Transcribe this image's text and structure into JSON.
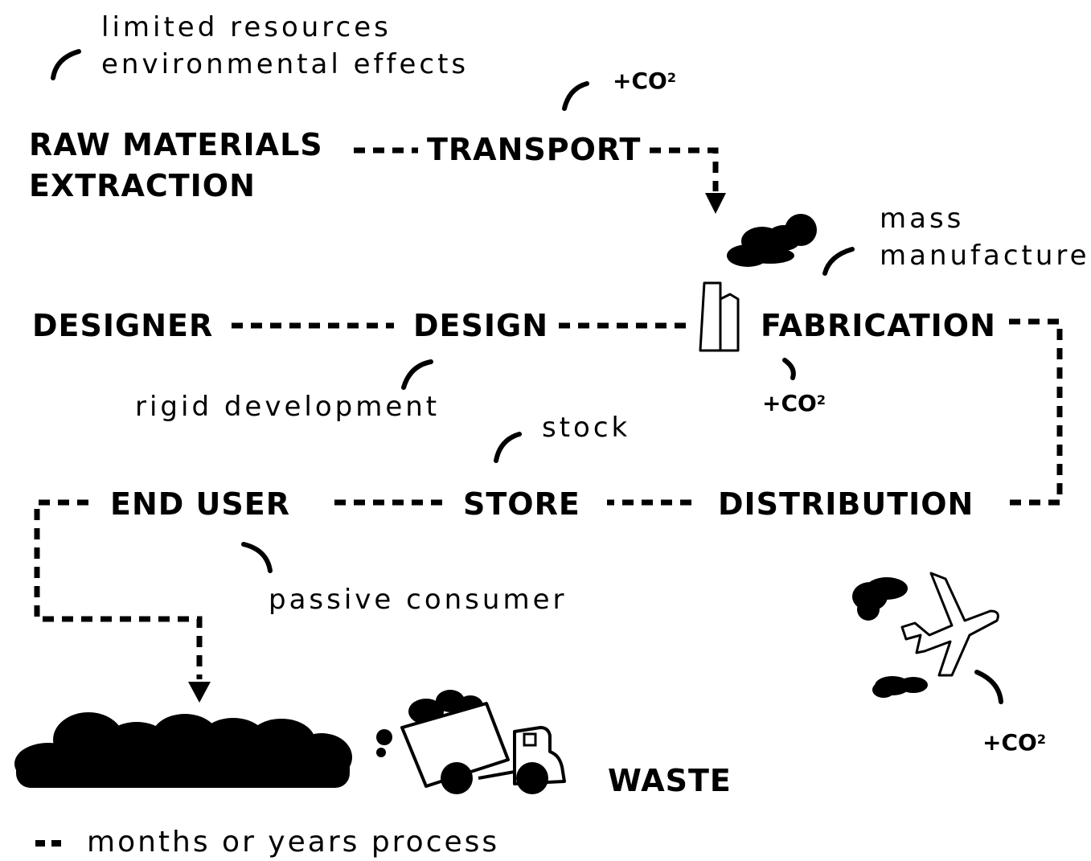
{
  "nodes": {
    "raw_materials_line1": "RAW MATERIALS",
    "raw_materials_line2": "EXTRACTION",
    "transport": "TRANSPORT",
    "designer": "DESIGNER",
    "design": "DESIGN",
    "fabrication": "FABRICATION",
    "end_user": "END USER",
    "store": "STORE",
    "distribution": "DISTRIBUTION",
    "waste": "WASTE"
  },
  "notes": {
    "limited_resources": "limited resources",
    "environmental_effects": "environmental effects",
    "mass": "mass",
    "manufacture": "manufacture",
    "rigid_development": "rigid development",
    "stock": "stock",
    "passive_consumer": "passive consumer"
  },
  "emissions": {
    "co2_transport": "+CO",
    "co2_fabrication": "+CO",
    "co2_distribution": "+CO",
    "superscript": "2"
  },
  "legend": {
    "label": "months or years process"
  },
  "icons": [
    "smoke-cloud-icon",
    "factory-chimney-icon",
    "airplane-icon",
    "garbage-truck-icon",
    "waste-pile-icon"
  ]
}
